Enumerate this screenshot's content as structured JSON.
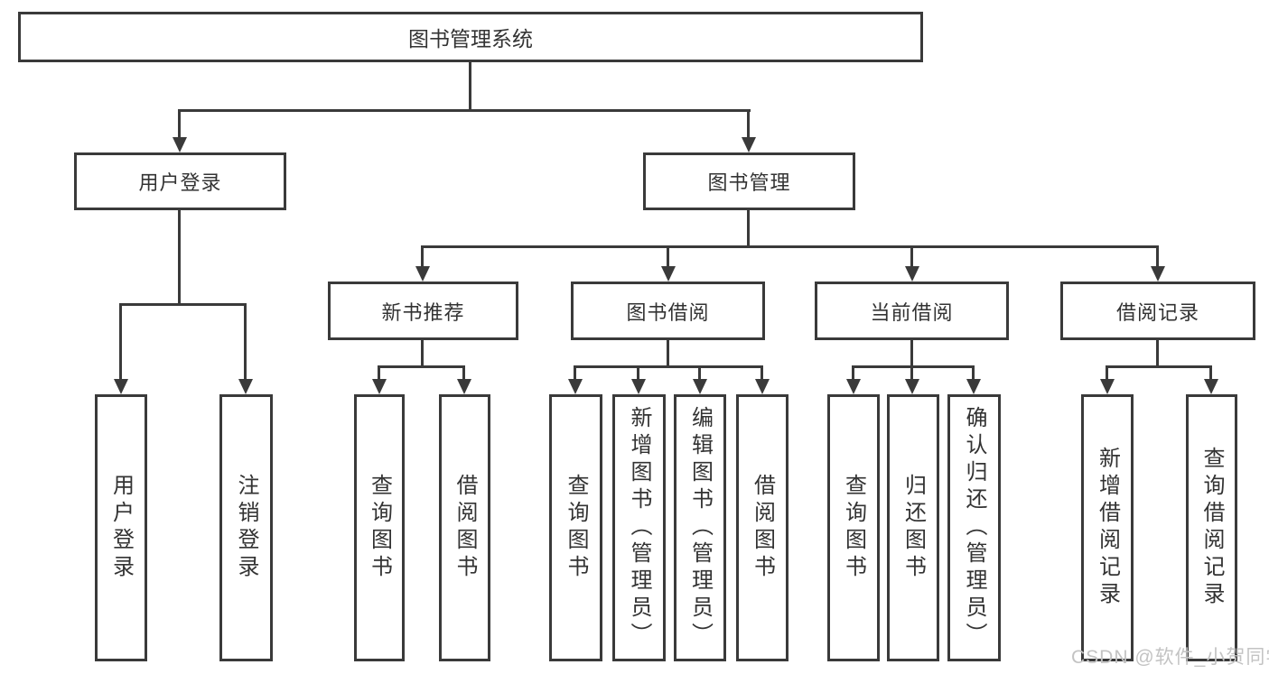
{
  "diagram_type": "hierarchy-tree",
  "colors": {
    "line": "#3a3a3a",
    "node_border": "#3a3a3a",
    "node_text": "#333333",
    "background": "#ffffff",
    "watermark": "#c3c3c3"
  },
  "tree": {
    "root": {
      "label": "图书管理系统"
    },
    "level1": [
      {
        "label": "用户登录",
        "children": [
          {
            "label": "用户登录"
          },
          {
            "label": "注销登录"
          }
        ]
      },
      {
        "label": "图书管理",
        "children": [
          {
            "label": "新书推荐",
            "children": [
              {
                "label": "查询图书"
              },
              {
                "label": "借阅图书"
              }
            ]
          },
          {
            "label": "图书借阅",
            "children": [
              {
                "label": "查询图书"
              },
              {
                "label": "新增图书（管理员）"
              },
              {
                "label": "编辑图书（管理员）"
              },
              {
                "label": "借阅图书"
              }
            ]
          },
          {
            "label": "当前借阅",
            "children": [
              {
                "label": "查询图书"
              },
              {
                "label": "归还图书"
              },
              {
                "label": "确认归还（管理员）"
              }
            ]
          },
          {
            "label": "借阅记录",
            "children": [
              {
                "label": "新增借阅记录"
              },
              {
                "label": "查询借阅记录"
              }
            ]
          }
        ]
      }
    ]
  },
  "watermark": {
    "text": "CSDN @软件_小贺同学"
  }
}
